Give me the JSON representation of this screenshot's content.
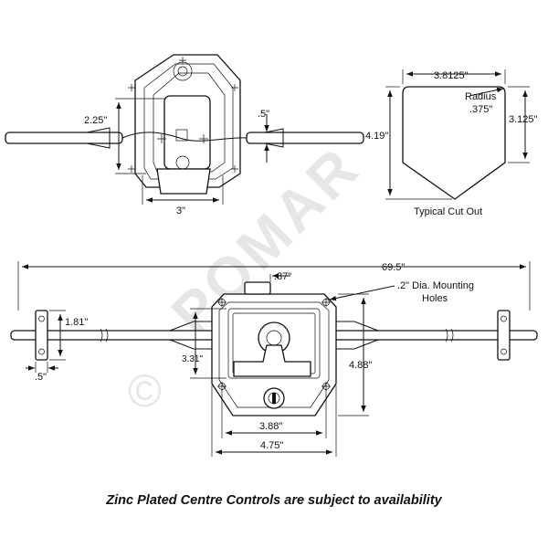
{
  "watermark": {
    "text": "POMAR",
    "symbol": "©"
  },
  "top_view": {
    "dim_height": "2.25\"",
    "dim_bar": ".5\"",
    "dim_width": "3\""
  },
  "cutout": {
    "dim_top": "3.8125\"",
    "radius_label": "Radius",
    "radius_value": ".375\"",
    "dim_left": "4.19\"",
    "dim_right": "3.125\"",
    "caption": "Typical Cut Out"
  },
  "front_view": {
    "dim_overall": "69.5\"",
    "dim_handle_offset": ".87\"",
    "mounting_note_line1": ".2\" Dia. Mounting",
    "mounting_note_line2": "Holes",
    "dim_end_bracket": "1.81\"",
    "dim_end_bar": ".5\"",
    "dim_recess_height": "3.31\"",
    "dim_body_height": "4.88\"",
    "dim_inner_width": "3.88\"",
    "dim_body_width": "4.75\""
  },
  "footer": {
    "note": "Zinc Plated Centre Controls are subject to availability"
  }
}
